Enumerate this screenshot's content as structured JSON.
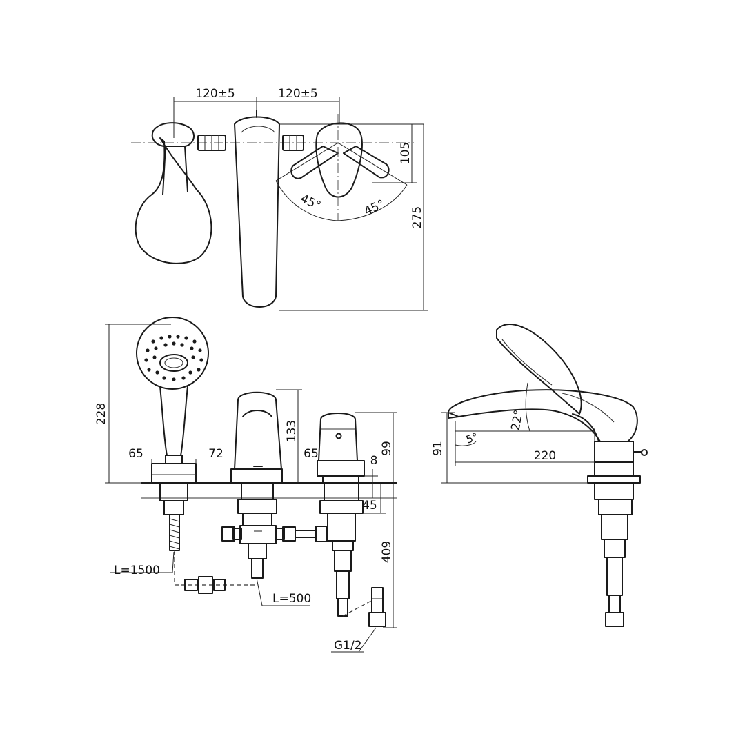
{
  "dimensions": {
    "spacing_left": "120±5",
    "spacing_right": "120±5",
    "lever_depth": "105",
    "top_depth": "275",
    "angle_left": "45°",
    "angle_right": "45°",
    "shower_height": "228",
    "shower_base": "65",
    "spout_base": "72",
    "spout_height": "133",
    "valve_base": "65",
    "deck_thickness": "8",
    "valve_height": "99",
    "mount_depth": "45",
    "below_depth": "409",
    "side_height": "91",
    "spout_reach": "220",
    "spout_angle": "22°",
    "tip_angle": "5°"
  },
  "labels": {
    "hose_length": "L=1500",
    "pipe_length": "L=500",
    "thread": "G1/2"
  },
  "colors": {
    "line": "#1a1a1a",
    "background": "#ffffff"
  }
}
